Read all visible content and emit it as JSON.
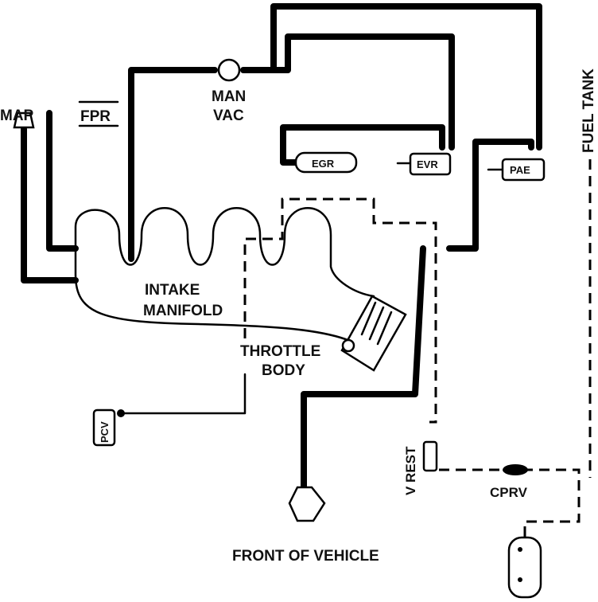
{
  "labels": {
    "map": "MAP",
    "fpr": "FPR",
    "man": "MAN",
    "vac": "VAC",
    "egr": "EGR",
    "evr": "EVR",
    "pae": "PAE",
    "fuel_tank": "FUEL TANK",
    "intake": "INTAKE",
    "manifold": "MANIFOLD",
    "throttle": "THROTTLE",
    "body": "BODY",
    "pcv": "PCV",
    "v_rest": "V REST",
    "cprv": "CPRV",
    "front_of_vehicle": "FRONT OF VEHICLE"
  }
}
